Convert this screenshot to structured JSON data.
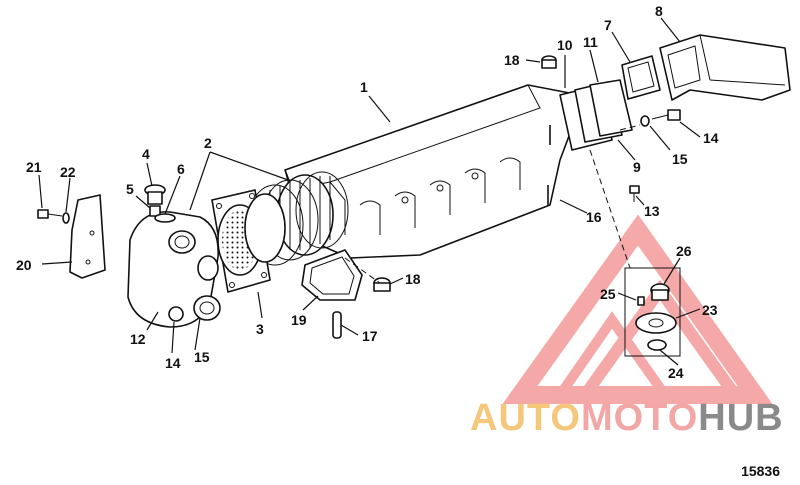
{
  "diagram_id": "15836",
  "watermark": {
    "auto": "AUTO",
    "moto": "MOTO",
    "hub": "HUB"
  },
  "callouts": [
    {
      "id": "c1",
      "text": "1"
    },
    {
      "id": "c2",
      "text": "2"
    },
    {
      "id": "c3",
      "text": "3"
    },
    {
      "id": "c4",
      "text": "4"
    },
    {
      "id": "c5",
      "text": "5"
    },
    {
      "id": "c6",
      "text": "6"
    },
    {
      "id": "c7",
      "text": "7"
    },
    {
      "id": "c8",
      "text": "8"
    },
    {
      "id": "c9",
      "text": "9"
    },
    {
      "id": "c10",
      "text": "10"
    },
    {
      "id": "c11",
      "text": "11"
    },
    {
      "id": "c12",
      "text": "12"
    },
    {
      "id": "c13",
      "text": "13"
    },
    {
      "id": "c14a",
      "text": "14"
    },
    {
      "id": "c14b",
      "text": "14"
    },
    {
      "id": "c15a",
      "text": "15"
    },
    {
      "id": "c15b",
      "text": "15"
    },
    {
      "id": "c16",
      "text": "16"
    },
    {
      "id": "c17",
      "text": "17"
    },
    {
      "id": "c18a",
      "text": "18"
    },
    {
      "id": "c18b",
      "text": "18"
    },
    {
      "id": "c19",
      "text": "19"
    },
    {
      "id": "c20",
      "text": "20"
    },
    {
      "id": "c21",
      "text": "21"
    },
    {
      "id": "c22",
      "text": "22"
    },
    {
      "id": "c23",
      "text": "23"
    },
    {
      "id": "c24",
      "text": "24"
    },
    {
      "id": "c25",
      "text": "25"
    },
    {
      "id": "c26",
      "text": "26"
    }
  ]
}
